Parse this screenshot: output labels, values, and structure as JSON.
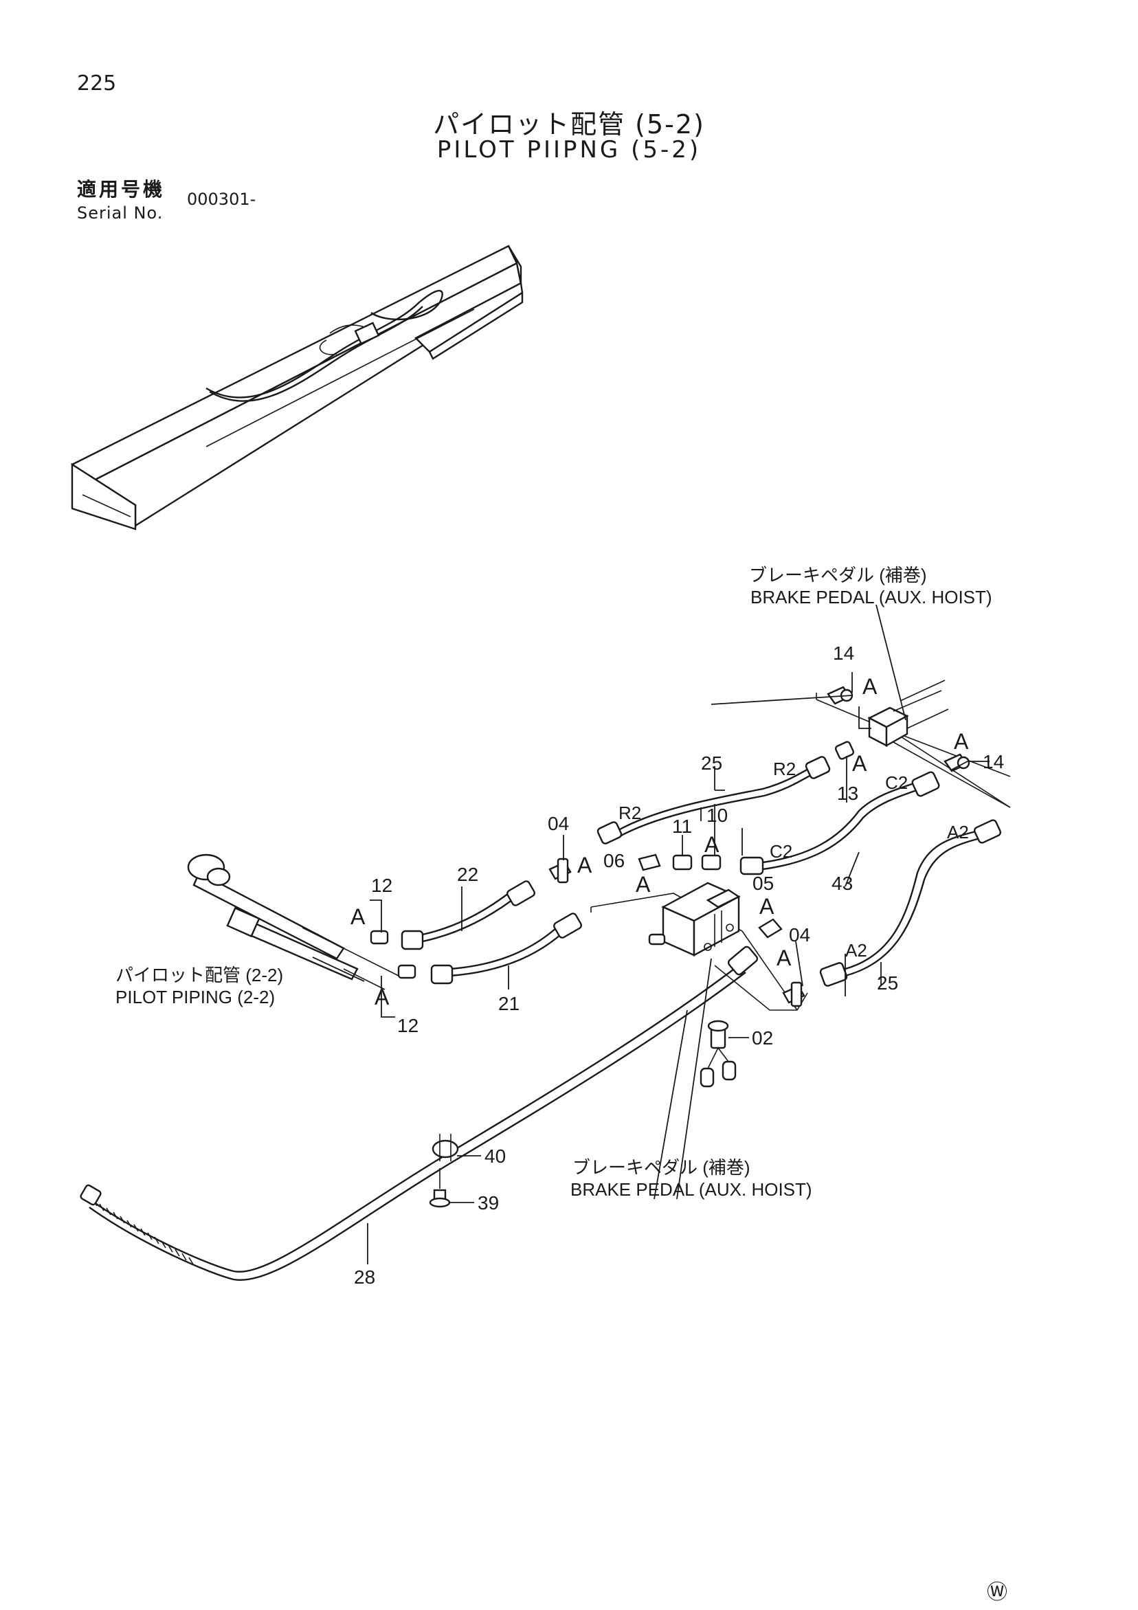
{
  "page": {
    "number": "225",
    "title_ja": "パイロット配管 (5-2)",
    "title_en": "PILOT PIIPNG (5-2)",
    "serial_label_ja": "適用号機",
    "serial_label_en": "Serial No.",
    "serial_value": "000301-",
    "watermark": "Ⓦ"
  },
  "callouts": {
    "brake_pedal_top_ja": "ブレーキペダル (補巻)",
    "brake_pedal_top_en": "BRAKE PEDAL (AUX. HOIST)",
    "brake_pedal_bottom_ja": "ブレーキペダル (補巻)",
    "brake_pedal_bottom_en": "BRAKE PEDAL (AUX. HOIST)",
    "pilot_piping_ja": "パイロット配管 (2-2)",
    "pilot_piping_en": "PILOT PIPING (2-2)"
  },
  "labels": {
    "p14a": "14",
    "p14b": "14",
    "p25a": "25",
    "p25b": "25",
    "p13": "13",
    "p11": "11",
    "p10": "10",
    "p04a": "04",
    "p04b": "04",
    "p06": "06",
    "p05": "05",
    "p43": "43",
    "p22": "22",
    "p21": "21",
    "p12a": "12",
    "p12b": "12",
    "p02": "02",
    "p40": "40",
    "p39": "39",
    "p28": "28"
  },
  "ports": {
    "r2a": "R2",
    "r2b": "R2",
    "c2a": "C2",
    "c2b": "C2",
    "a2a": "A2",
    "a2b": "A2"
  },
  "connection_mark": "A"
}
